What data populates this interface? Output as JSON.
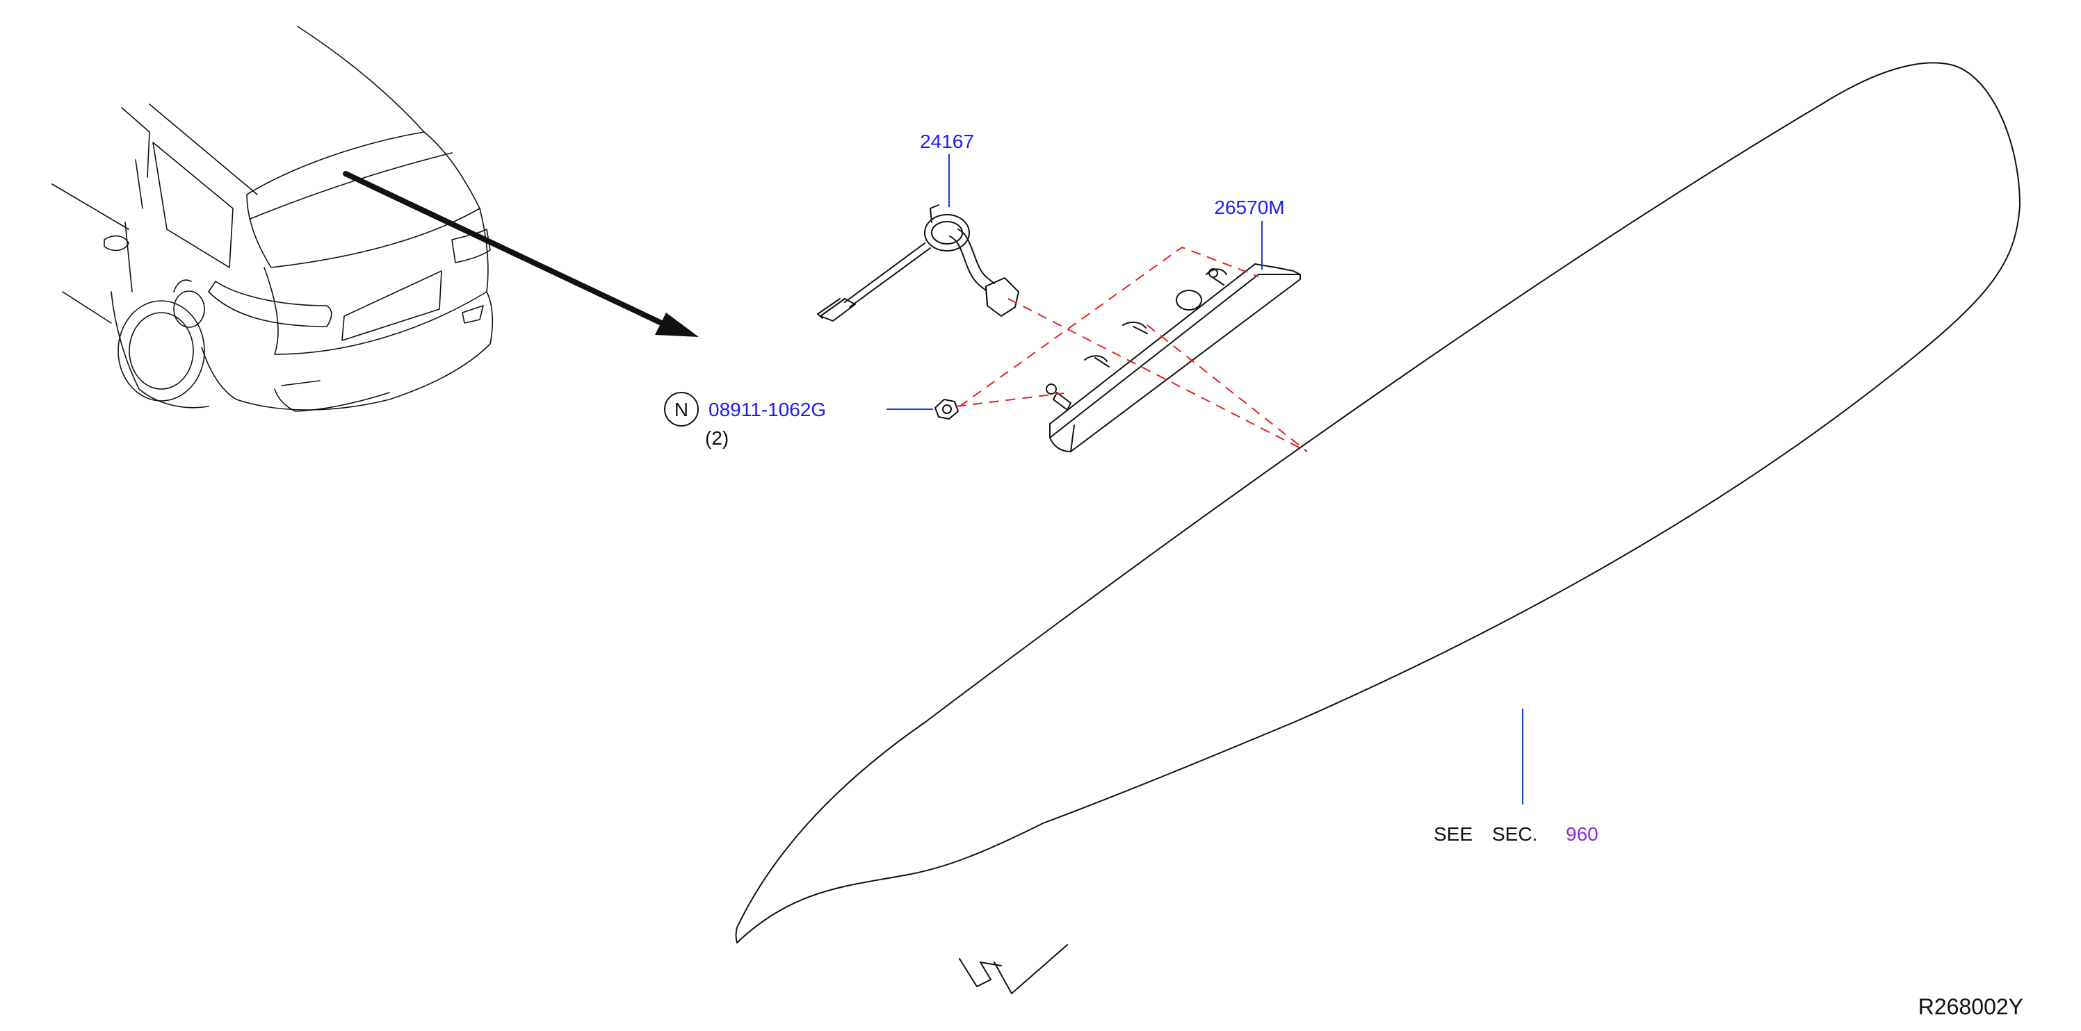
{
  "parts": {
    "harness": "24167",
    "lamp": "26570M",
    "nut": "08911-1062G",
    "nut_symbol": "N",
    "nut_qty": "(2)"
  },
  "reference": {
    "see": "SEE",
    "sec": "SEC.",
    "section": "960"
  },
  "drawing_id": "R268002Y",
  "colors": {
    "part_number": "#1a1aff",
    "section_link": "#8a2be2",
    "leader": "#1a3fd9",
    "dashed_guide": "#e62020",
    "line_art": "#111111"
  }
}
